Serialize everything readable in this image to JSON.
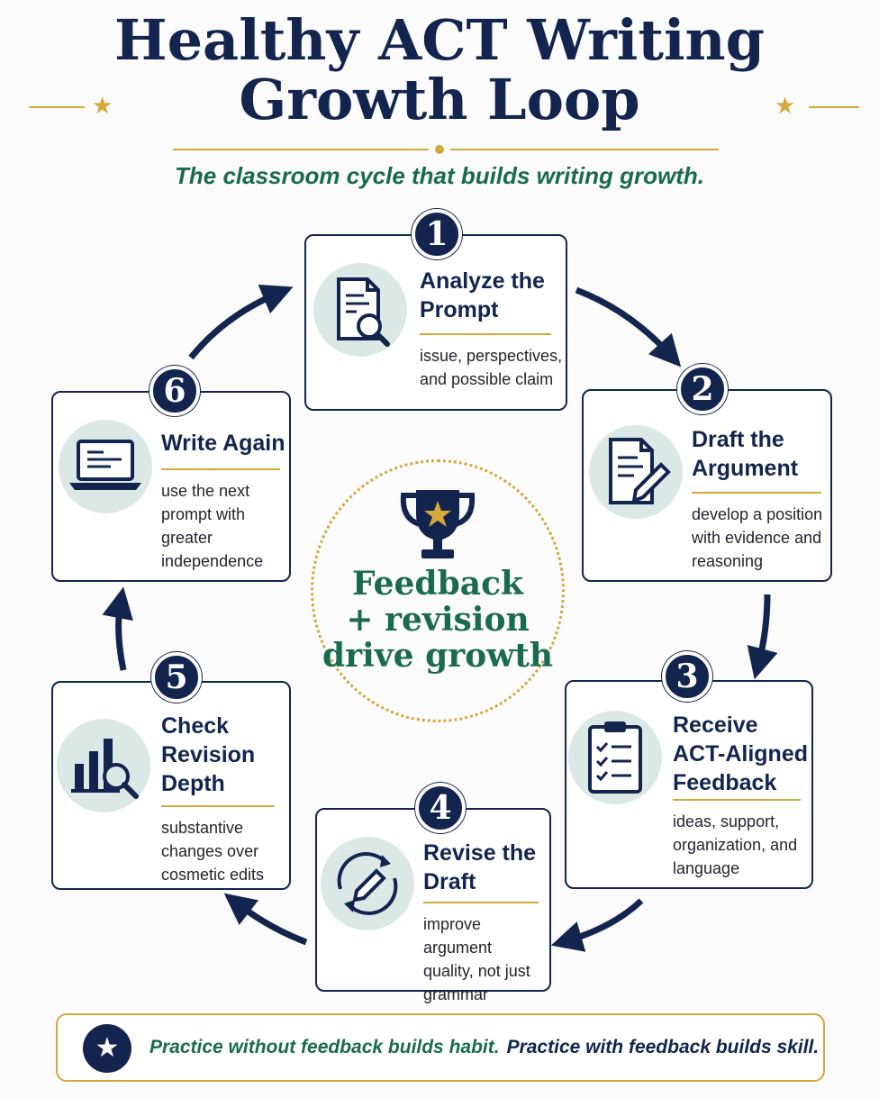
{
  "header": {
    "title_line1": "Healthy ACT Writing",
    "title_line2": "Growth Loop",
    "subtitle": "The classroom cycle that builds writing growth."
  },
  "center": {
    "line1": "Feedback",
    "line2": "+ revision",
    "line3": "drive growth"
  },
  "steps": [
    {
      "number": "1",
      "title1": "Analyze the",
      "title2": "Prompt",
      "title3": "",
      "desc1": "issue, perspectives,",
      "desc2": "and possible claim",
      "desc3": "",
      "desc4": "",
      "icon": "document-search-icon"
    },
    {
      "number": "2",
      "title1": "Draft the",
      "title2": "Argument",
      "title3": "",
      "desc1": "develop a position",
      "desc2": "with evidence and",
      "desc3": "reasoning",
      "desc4": "",
      "icon": "document-pencil-icon"
    },
    {
      "number": "3",
      "title1": "Receive",
      "title2": "ACT-Aligned",
      "title3": "Feedback",
      "desc1": "ideas, support,",
      "desc2": "organization, and",
      "desc3": "language",
      "desc4": "",
      "icon": "clipboard-checklist-icon"
    },
    {
      "number": "4",
      "title1": "Revise the",
      "title2": "Draft",
      "title3": "",
      "desc1": "improve argument",
      "desc2": "quality, not just",
      "desc3": "grammar",
      "desc4": "",
      "icon": "pencil-cycle-icon"
    },
    {
      "number": "5",
      "title1": "Check",
      "title2": "Revision",
      "title3": "Depth",
      "desc1": "substantive",
      "desc2": "changes over",
      "desc3": "cosmetic edits",
      "desc4": "",
      "icon": "chart-search-icon"
    },
    {
      "number": "6",
      "title1": "Write Again",
      "title2": "",
      "title3": "",
      "desc1": "use the next",
      "desc2": "prompt with",
      "desc3": "greater",
      "desc4": "independence",
      "icon": "laptop-icon"
    }
  ],
  "banner": {
    "text1": "Practice without feedback builds habit.",
    "text2": "Practice with feedback builds skill.",
    "icon": "star-icon"
  },
  "colors": {
    "navy": "#13244f",
    "green": "#1a6b4e",
    "gold": "#d3a93a",
    "icon_bg": "#dbe9e6"
  }
}
